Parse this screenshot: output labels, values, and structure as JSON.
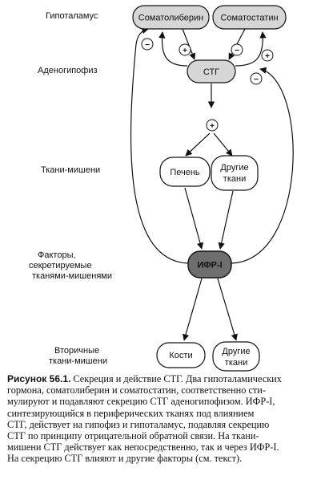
{
  "levels": {
    "hypothalamus": "Гипоталамус",
    "adenohypophysis": "Аденогипофиз",
    "target_tissues": "Ткани-мишени",
    "factors_line1": "Факторы,",
    "factors_line2": "секретируемые",
    "factors_line3": "тканями-мишенями",
    "secondary_line1": "Вторичные",
    "secondary_line2": "ткани-мишени"
  },
  "nodes": {
    "somatoliberin": "Соматолиберин",
    "somatostatin": "Соматостатин",
    "stg": "СТГ",
    "liver": "Печень",
    "other_tissues_line1": "Другие",
    "other_tissues_line2": "ткани",
    "igf1": "ИФР-I",
    "bones": "Кости",
    "other_tissues2_line1": "Другие",
    "other_tissues2_line2": "ткани"
  },
  "signs": {
    "plus": "+",
    "minus": "−"
  },
  "caption": {
    "title": "Рисунок 56.1.",
    "line1_rest": " Секреция и действие СТГ. Два гипоталамических",
    "line2": "гормона, соматолиберин и соматостатин, соответственно сти-",
    "line3": "мулируют и подавляют секрецию СТГ аденогипофизом. ИФР-I,",
    "line4": "синтезирующийся в периферических тканях под влиянием",
    "line5": "СТГ, действует на гипофиз и гипоталамус, подавляя секрецию",
    "line6": "СТГ по принципу отрицательной обратной связи. На ткани-",
    "line7": "мишени СТГ действует как непосредственно, так и через ИФР-I.",
    "line8": "На секрецию СТГ влияют и другие факторы (см. текст)."
  },
  "colors": {
    "light_node": "#d6d6d6",
    "dark_node": "#6e6e6e",
    "stroke": "#111111"
  }
}
